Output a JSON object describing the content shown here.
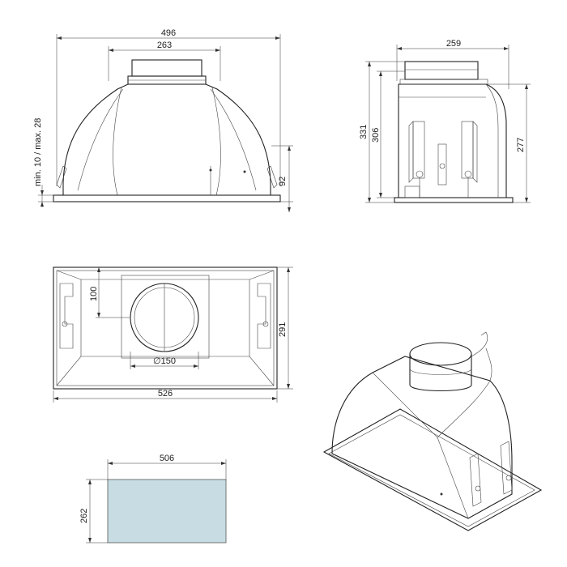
{
  "front_view": {
    "width_total": "496",
    "width_duct_section": "263",
    "adjust_range": "min. 10 / max. 28",
    "lower_height": "92"
  },
  "side_view": {
    "depth": "259",
    "height_total": "331",
    "height_body": "306",
    "height_inner": "277"
  },
  "top_view": {
    "duct_offset": "100",
    "depth": "291",
    "width": "526",
    "duct_diameter": "∅150"
  },
  "cutout": {
    "width": "506",
    "height": "262",
    "fill_color": "#c7dde3"
  }
}
